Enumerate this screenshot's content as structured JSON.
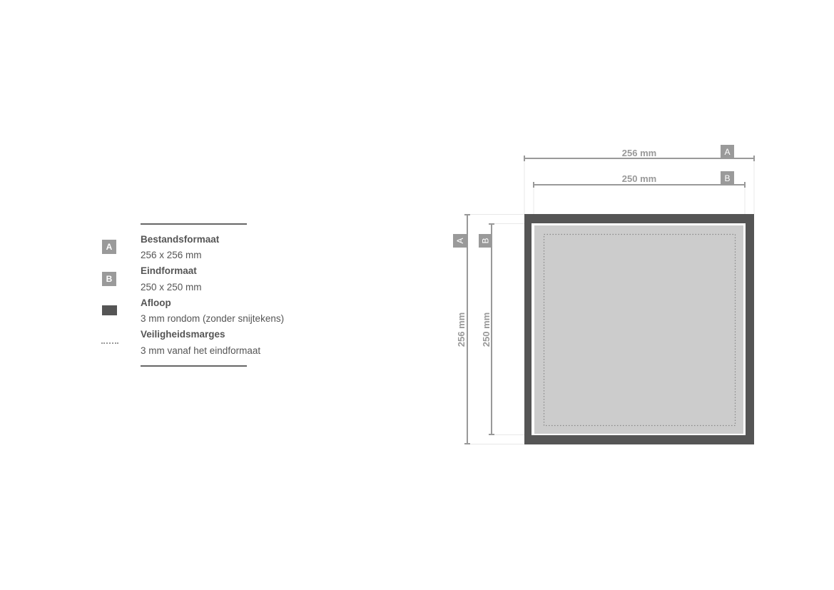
{
  "legend": {
    "items": [
      {
        "marker": "A",
        "title": "Bestandsformaat",
        "desc": "256 x 256 mm"
      },
      {
        "marker": "B",
        "title": "Eindformaat",
        "desc": "250 x 250 mm"
      },
      {
        "marker": "solid-swatch",
        "title": "Afloop",
        "desc": "3 mm rondom (zonder snijtekens)"
      },
      {
        "marker": "dotted-line",
        "title": "Veiligheidsmarges",
        "desc": "3 mm vanaf het eindformaat"
      }
    ]
  },
  "diagram": {
    "top_dims": [
      {
        "label": "256 mm",
        "badge": "A"
      },
      {
        "label": "250 mm",
        "badge": "B"
      }
    ],
    "left_dims": [
      {
        "label": "256 mm",
        "badge": "A"
      },
      {
        "label": "250 mm",
        "badge": "B"
      }
    ],
    "colors": {
      "bleed": "#555555",
      "trim": "#cccccc",
      "dimension": "#999999"
    }
  }
}
